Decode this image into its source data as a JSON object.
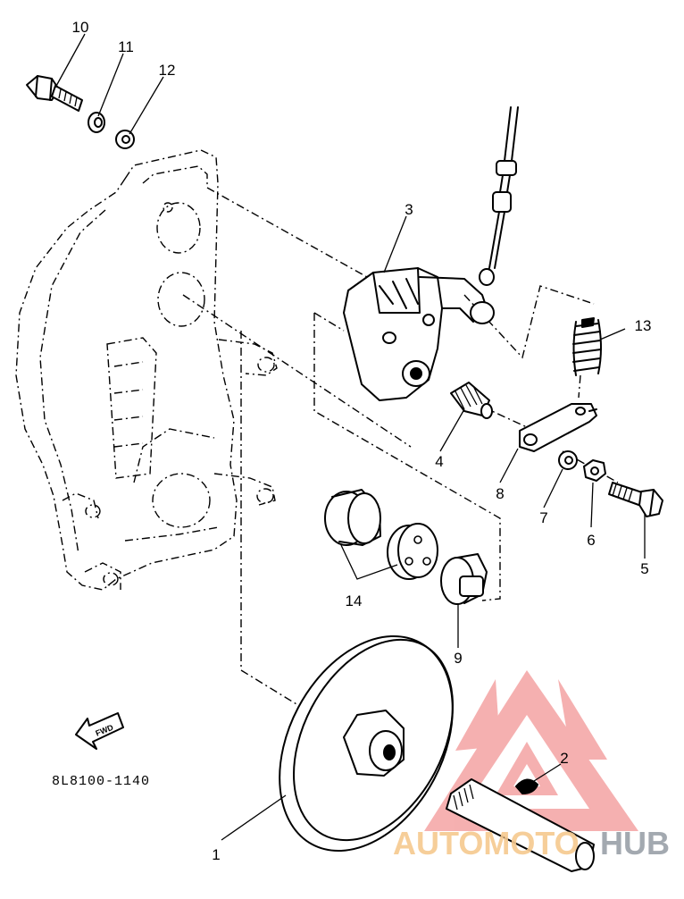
{
  "diagram": {
    "part_code": "8L8100-1140",
    "fwd_label": "FWD",
    "callouts": {
      "c1": "1",
      "c2": "2",
      "c3": "3",
      "c4": "4",
      "c5": "5",
      "c6": "6",
      "c7": "7",
      "c8": "8",
      "c9": "9",
      "c10": "10",
      "c11": "11",
      "c12": "12",
      "c13": "13",
      "c14": "14"
    }
  },
  "watermark": {
    "text_a": "AUTOMOTO",
    "text_b": "HUB",
    "color_a": "#f6c98f",
    "color_b": "#9aa0a8",
    "logo_color": "#f08a8a"
  }
}
